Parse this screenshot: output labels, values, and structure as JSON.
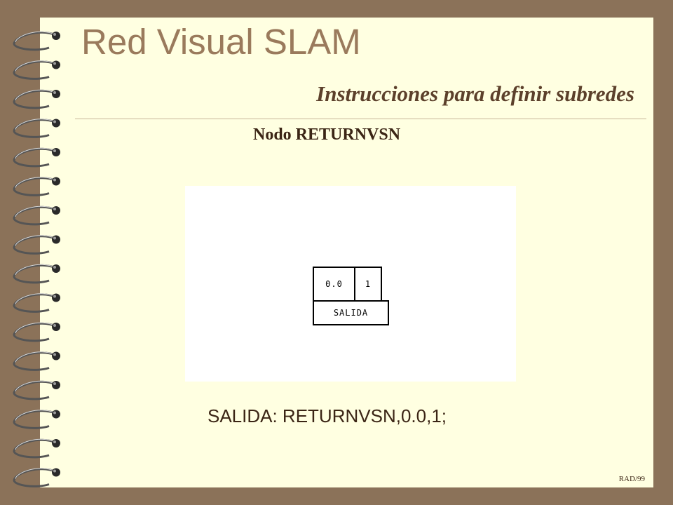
{
  "slide": {
    "title": "Red Visual SLAM",
    "subtitle": "Instrucciones para definir subredes",
    "heading": "Nodo RETURNVSN",
    "statement": "SALIDA: RETURNVSN,0.0,1;",
    "footer": "RAD/99"
  },
  "diagram": {
    "value": "0.0",
    "count": "1",
    "label": "SALIDA"
  },
  "colors": {
    "frame": "#8b7259",
    "page": "#ffffe1",
    "title": "#9a7a5c",
    "subtitle": "#5c402b",
    "text": "#3b2515"
  },
  "icons": {
    "binding": "spiral-binding-icon"
  }
}
